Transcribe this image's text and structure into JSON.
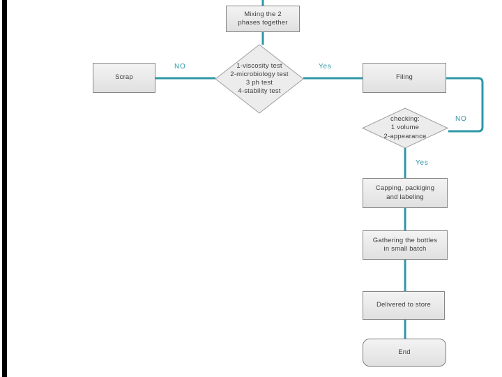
{
  "colors": {
    "connector_teal": "#2f97a6",
    "node_fill": "#ececec",
    "node_border": "#868686",
    "diamond_border": "#9e9e9e",
    "text": "#3d3d3d",
    "left_bar": "#000000"
  },
  "diagram": {
    "nodes": {
      "mixing": {
        "lines": [
          "Mixing the 2",
          "phases together"
        ]
      },
      "quality_tests": {
        "lines": [
          "1-viscosity test",
          "2-microbiology test",
          "3 ph test",
          "4-stability test"
        ]
      },
      "scrap": {
        "label": "Scrap"
      },
      "filing": {
        "label": "Filing"
      },
      "checking": {
        "lines": [
          "checking:",
          "1 volume",
          "2-appearance"
        ]
      },
      "capping": {
        "lines": [
          "Capping, packiging",
          "and labeling"
        ]
      },
      "gathering": {
        "lines": [
          "Gathering the bottles",
          "in small batch"
        ]
      },
      "delivered": {
        "label": "Delivered to store"
      },
      "end": {
        "label": "End"
      }
    },
    "edge_labels": {
      "tests_no": "NO",
      "tests_yes": "Yes",
      "checking_no": "NO",
      "checking_yes": "Yes"
    }
  }
}
